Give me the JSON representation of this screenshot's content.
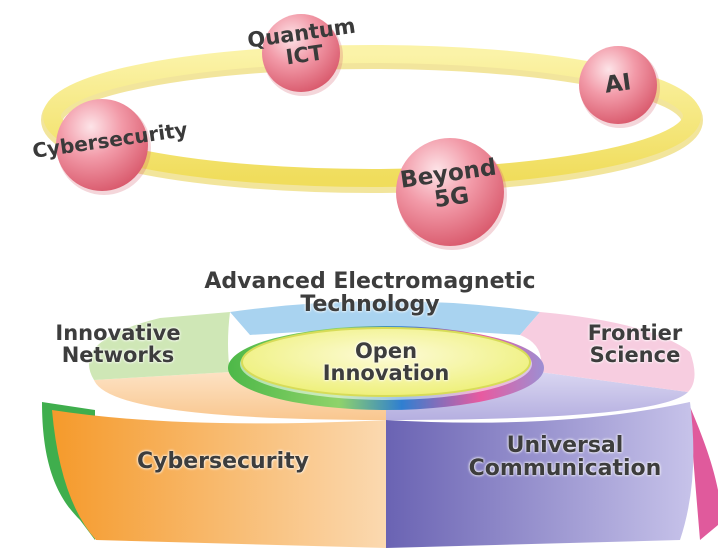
{
  "top_ring": {
    "nodes": [
      {
        "id": "quantum",
        "line1": "Quantum",
        "line2": "ICT"
      },
      {
        "id": "ai",
        "line1": "AI",
        "line2": ""
      },
      {
        "id": "cyber",
        "line1": "Cybersecurity",
        "line2": ""
      },
      {
        "id": "beyond5g",
        "line1": "Beyond",
        "line2": "5G"
      }
    ],
    "colors": {
      "ring": "#f5e97a",
      "sphere": "#e97d8c",
      "sphere_light": "#fbd6dc"
    }
  },
  "pie": {
    "center": {
      "line1": "Open",
      "line2": "Innovation"
    },
    "segments": [
      {
        "id": "electromagnetic",
        "line1": "Advanced Electromagnetic",
        "line2": "Technology",
        "color": "#8ec6ea"
      },
      {
        "id": "frontier",
        "line1": "Frontier",
        "line2": "Science",
        "color": "#f4b9d2"
      },
      {
        "id": "universal",
        "line1": "Universal",
        "line2": "Communication",
        "color": "#9c96cf"
      },
      {
        "id": "cybersecurity",
        "line1": "Cybersecurity",
        "line2": "",
        "color": "#f5b368"
      },
      {
        "id": "networks",
        "line1": "Innovative",
        "line2": "Networks",
        "color": "#b9dc9a"
      }
    ]
  }
}
